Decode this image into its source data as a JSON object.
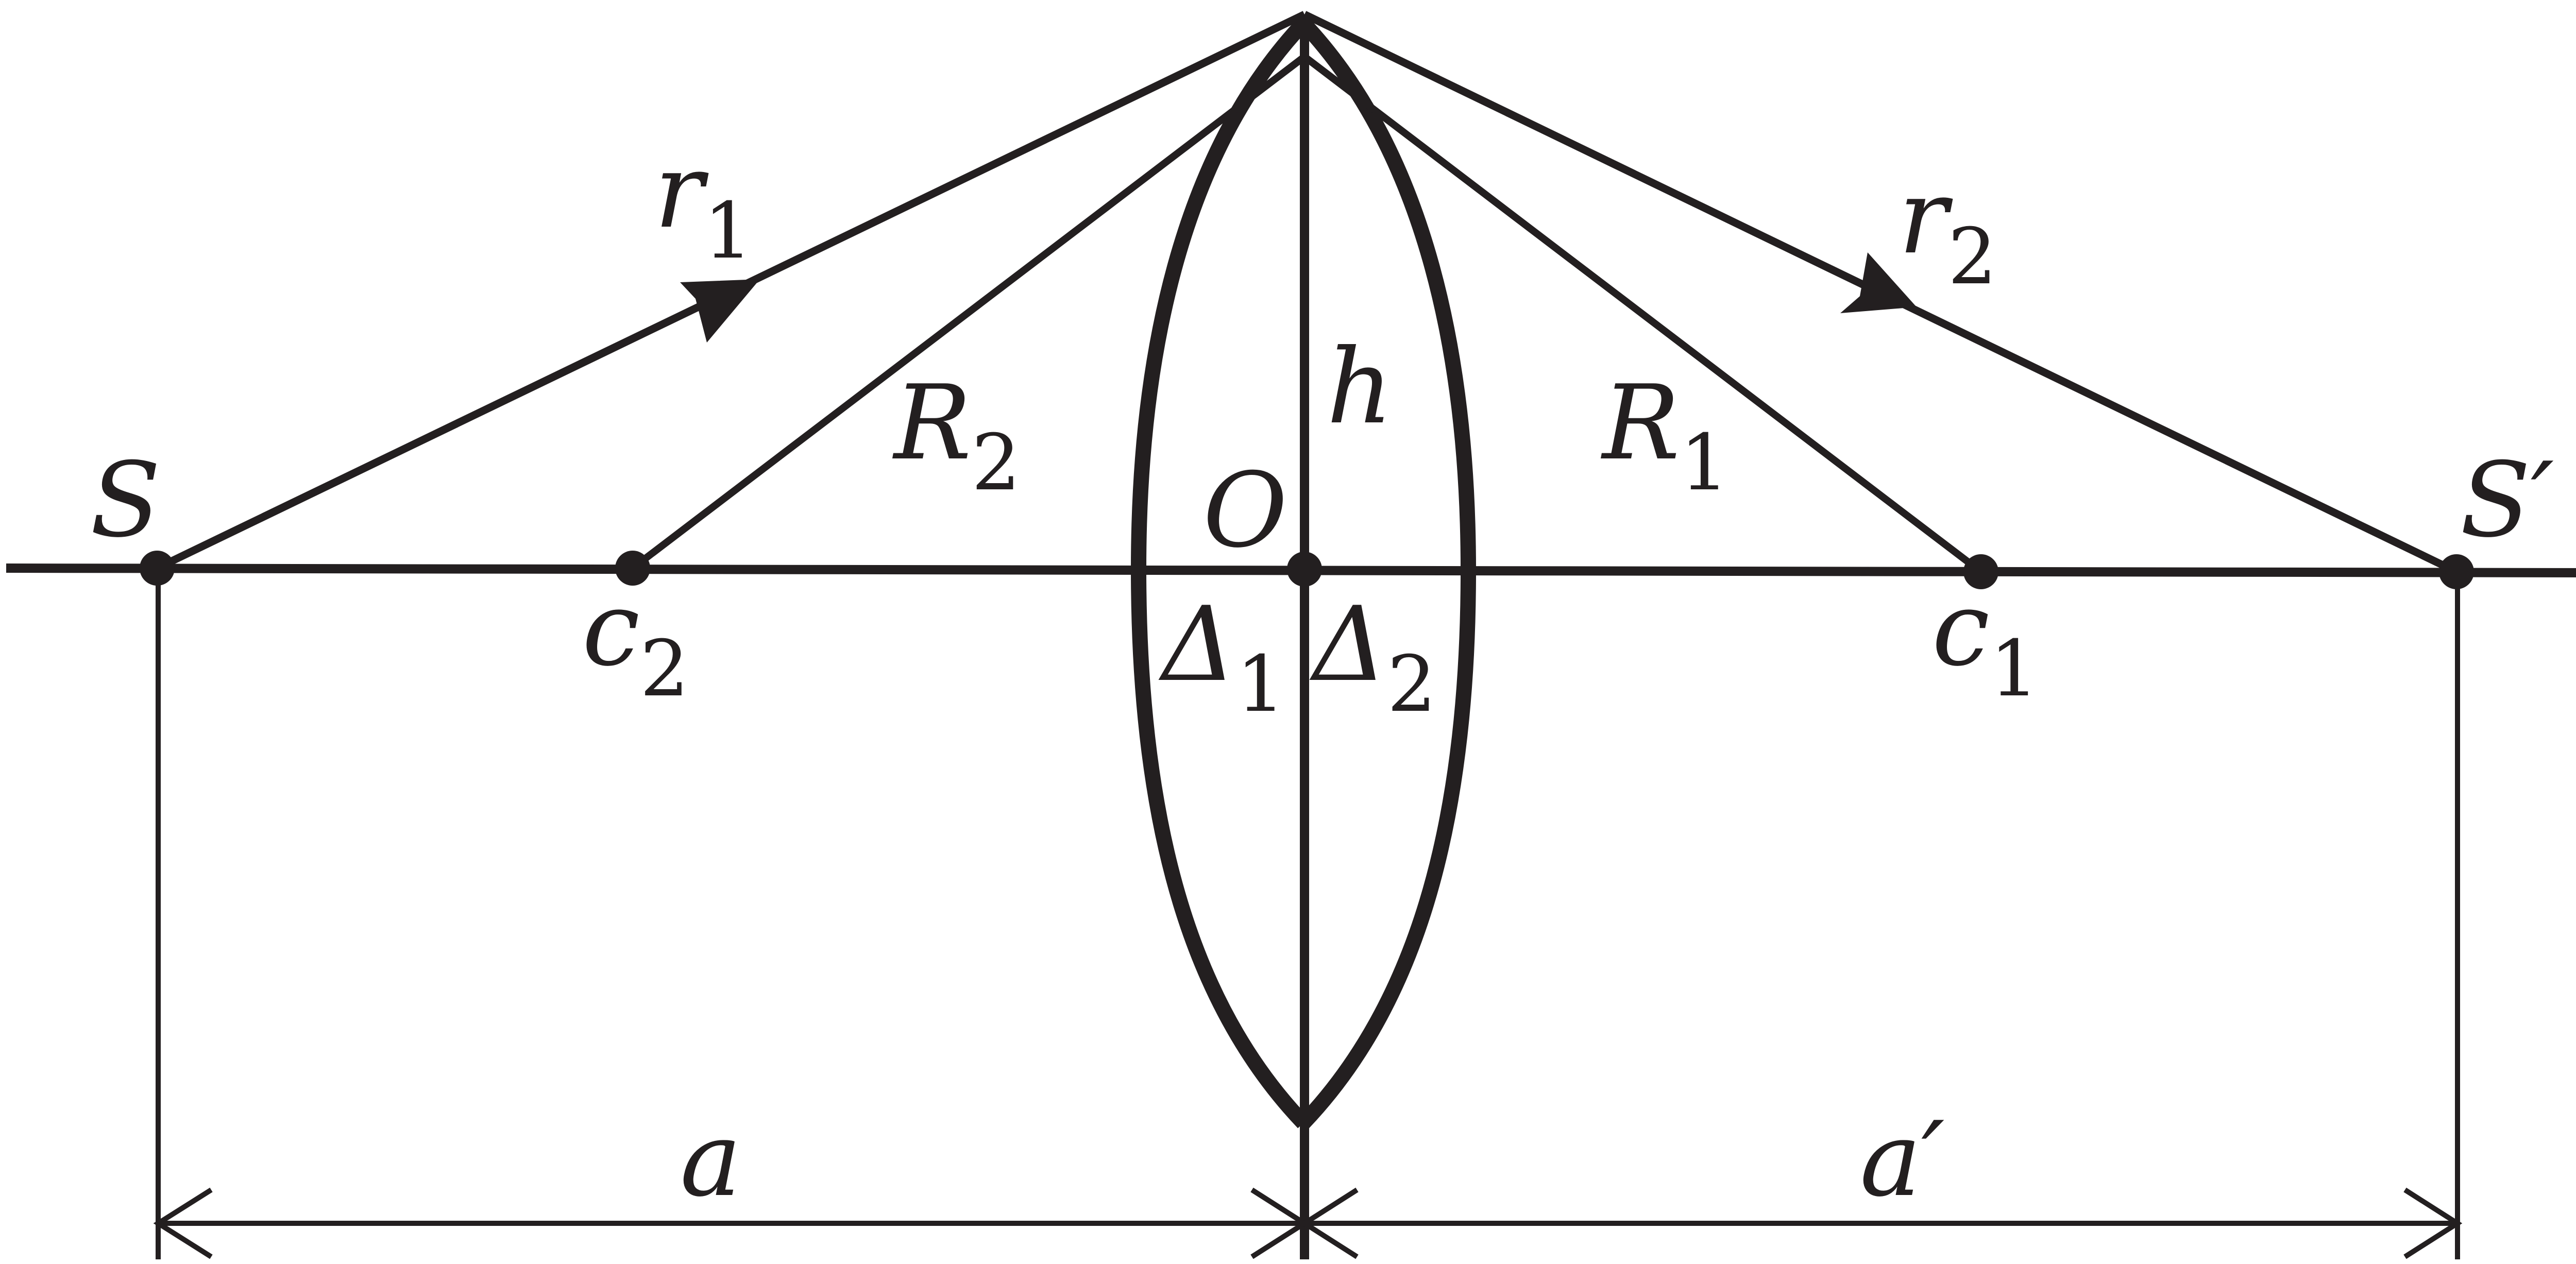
{
  "colors": {
    "ink": "#231f20",
    "background": "#ffffff"
  },
  "labels": {
    "S": "S",
    "S_prime": "S′",
    "O": "O",
    "h": "h",
    "r1_main": "r",
    "r1_sub": "1",
    "r2_main": "r",
    "r2_sub": "2",
    "R1_main": "R",
    "R1_sub": "1",
    "R2_main": "R",
    "R2_sub": "2",
    "c1_main": "c",
    "c1_sub": "1",
    "c2_main": "c",
    "c2_sub": "2",
    "delta1_main": "Δ",
    "delta1_sub": "1",
    "delta2_main": "Δ",
    "delta2_sub": "2",
    "a": "a",
    "a_prime": "a′"
  }
}
